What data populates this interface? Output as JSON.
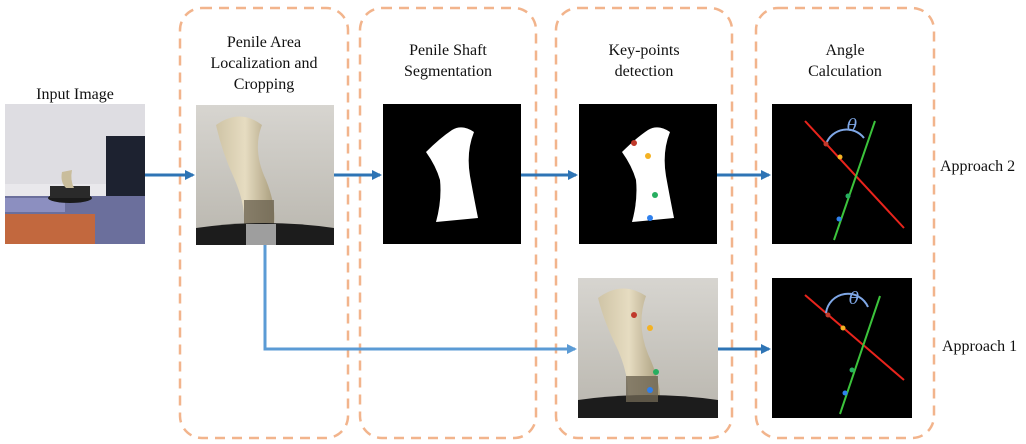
{
  "labels": {
    "input": "Input Image",
    "stage1": [
      "Penile Area",
      "Localization and",
      "Cropping"
    ],
    "stage2": [
      "Penile Shaft",
      "Segmentation"
    ],
    "stage3": [
      "Key-points",
      "detection"
    ],
    "stage4": [
      "Angle",
      "Calculation"
    ],
    "approach2": "Approach 2",
    "approach1": "Approach 1",
    "theta": "θ"
  },
  "colors": {
    "dashed_box": "#f2b48c",
    "arrow_dark": "#2e74b5",
    "arrow_light": "#5b9bd5",
    "line_red": "#e8241c",
    "line_green": "#3cc43c",
    "angle_arc": "#7fa7e6",
    "kp_red": "#c0392b",
    "kp_orange": "#f4b223",
    "kp_green": "#27ae60",
    "kp_blue": "#2f80ed"
  }
}
